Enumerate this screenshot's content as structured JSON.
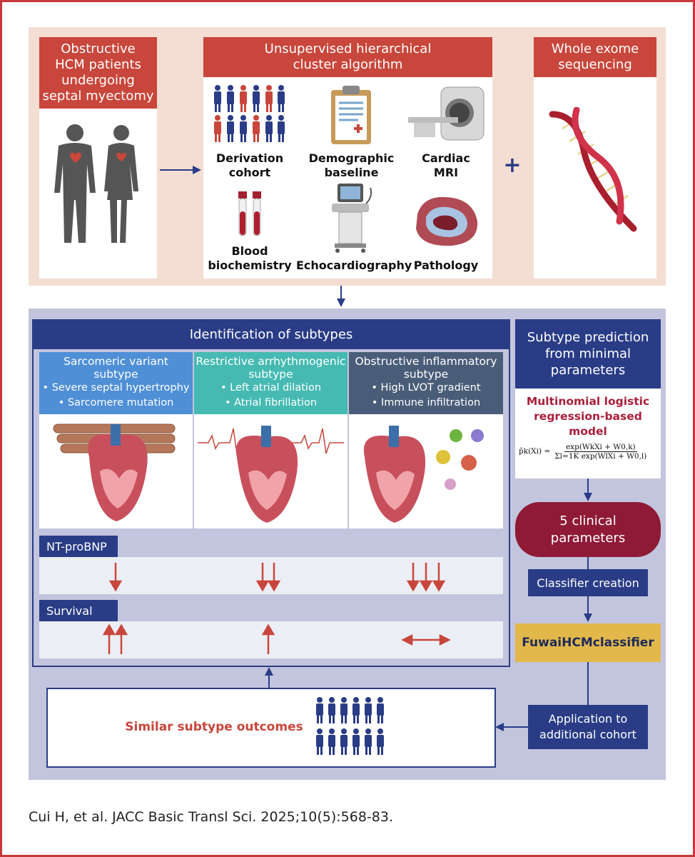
{
  "top": {
    "patients_header": "Obstructive\nHCM patients\nundergoing\nseptal myectomy",
    "algorithm_header": "Unsupervised hierarchical\ncluster algorithm",
    "wes_header": "Whole exome\nsequencing",
    "plus": "+",
    "items": [
      {
        "label": "Derivation\ncohort",
        "icon": "people-icon"
      },
      {
        "label": "Demographic\nbaseline",
        "icon": "clipboard-icon"
      },
      {
        "label": "Cardiac\nMRI",
        "icon": "mri-scanner-icon"
      },
      {
        "label": "Blood\nbiochemistry",
        "icon": "blood-tubes-icon"
      },
      {
        "label": "Echocardiography",
        "icon": "echo-machine-icon"
      },
      {
        "label": "Pathology",
        "icon": "tissue-section-icon"
      }
    ]
  },
  "subtypes": {
    "header": "Identification of subtypes",
    "cols": [
      {
        "title": "Sarcomeric variant\nsubtype",
        "b1": "• Severe septal hypertrophy",
        "b2": "• Sarcomere mutation",
        "color": "#4f8fd6"
      },
      {
        "title": "Restrictive arrhythmogenic\nsubtype",
        "b1": "• Left atrial dilation",
        "b2": "• Atrial fibrillation",
        "color": "#46bab2"
      },
      {
        "title": "Obstructive inflammatory\nsubtype",
        "b1": "• High LVOT gradient",
        "b2": "• Immune infiltration",
        "color": "#4a5d78"
      }
    ],
    "ntprobnp_label": "NT-proBNP",
    "survival_label": "Survival"
  },
  "prediction": {
    "header": "Subtype prediction\nfrom minimal\nparameters",
    "model": "Multinomial logistic\nregression-based model",
    "formula_lhs": "p̂k(Xi) =",
    "formula_num": "exp(WkXi + W0,k)",
    "formula_den": "Σl=1K exp(WlXi + W0,l)",
    "params": "5 clinical\nparameters",
    "classifier_creation": "Classifier creation",
    "classifier": "FuwaiHCMclassifier",
    "application": "Application to\nadditional cohort"
  },
  "outcome": "Similar subtype outcomes",
  "citation": "Cui H, et al. JACC Basic Transl Sci. 2025;10(5):568-83.",
  "colors": {
    "red": "#c8463b",
    "navy": "#2a3c86",
    "gold": "#e2b84a",
    "maroon": "#8e1a36",
    "panel": "#c3c5de",
    "peach": "#f4ddd3"
  }
}
